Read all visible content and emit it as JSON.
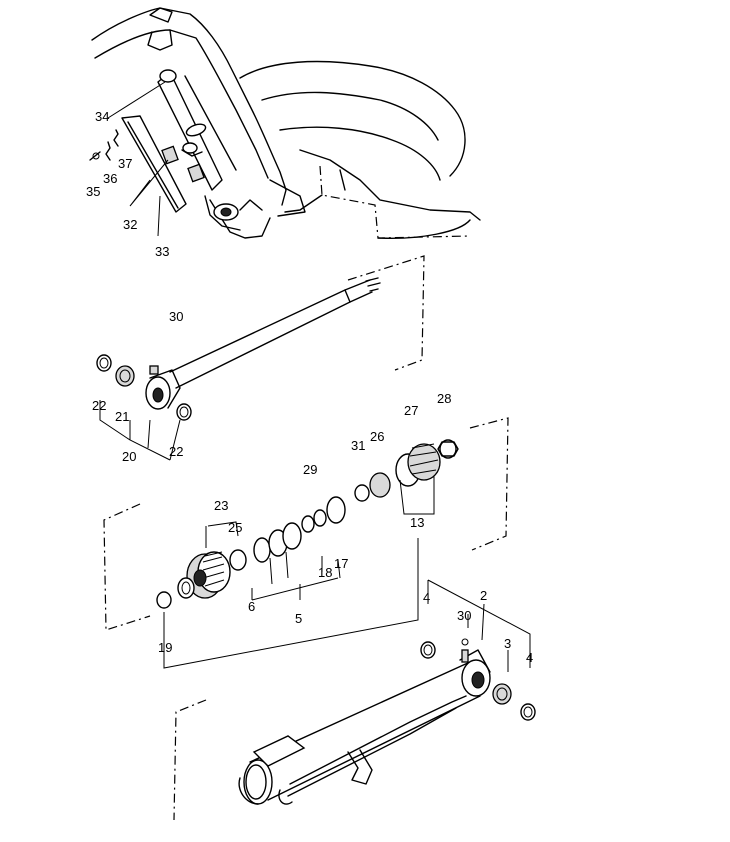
{
  "callouts": [
    {
      "id": "c34",
      "text": "34"
    },
    {
      "id": "c37",
      "text": "37"
    },
    {
      "id": "c36",
      "text": "36"
    },
    {
      "id": "c35",
      "text": "35"
    },
    {
      "id": "c32",
      "text": "32"
    },
    {
      "id": "c33",
      "text": "33"
    },
    {
      "id": "c30a",
      "text": "30"
    },
    {
      "id": "c22a",
      "text": "22"
    },
    {
      "id": "c21",
      "text": "21"
    },
    {
      "id": "c20",
      "text": "20"
    },
    {
      "id": "c22b",
      "text": "22"
    },
    {
      "id": "c29",
      "text": "29"
    },
    {
      "id": "c31",
      "text": "31"
    },
    {
      "id": "c26",
      "text": "26"
    },
    {
      "id": "c27",
      "text": "27"
    },
    {
      "id": "c28",
      "text": "28"
    },
    {
      "id": "c13",
      "text": "13"
    },
    {
      "id": "c23",
      "text": "23"
    },
    {
      "id": "c25",
      "text": "25"
    },
    {
      "id": "c18",
      "text": "18"
    },
    {
      "id": "c17",
      "text": "17"
    },
    {
      "id": "c6",
      "text": "6"
    },
    {
      "id": "c5",
      "text": "5"
    },
    {
      "id": "c19",
      "text": "19"
    },
    {
      "id": "c4a",
      "text": "4"
    },
    {
      "id": "c2",
      "text": "2"
    },
    {
      "id": "c30b",
      "text": "30"
    },
    {
      "id": "c3",
      "text": "3"
    },
    {
      "id": "c4b",
      "text": "4"
    }
  ]
}
